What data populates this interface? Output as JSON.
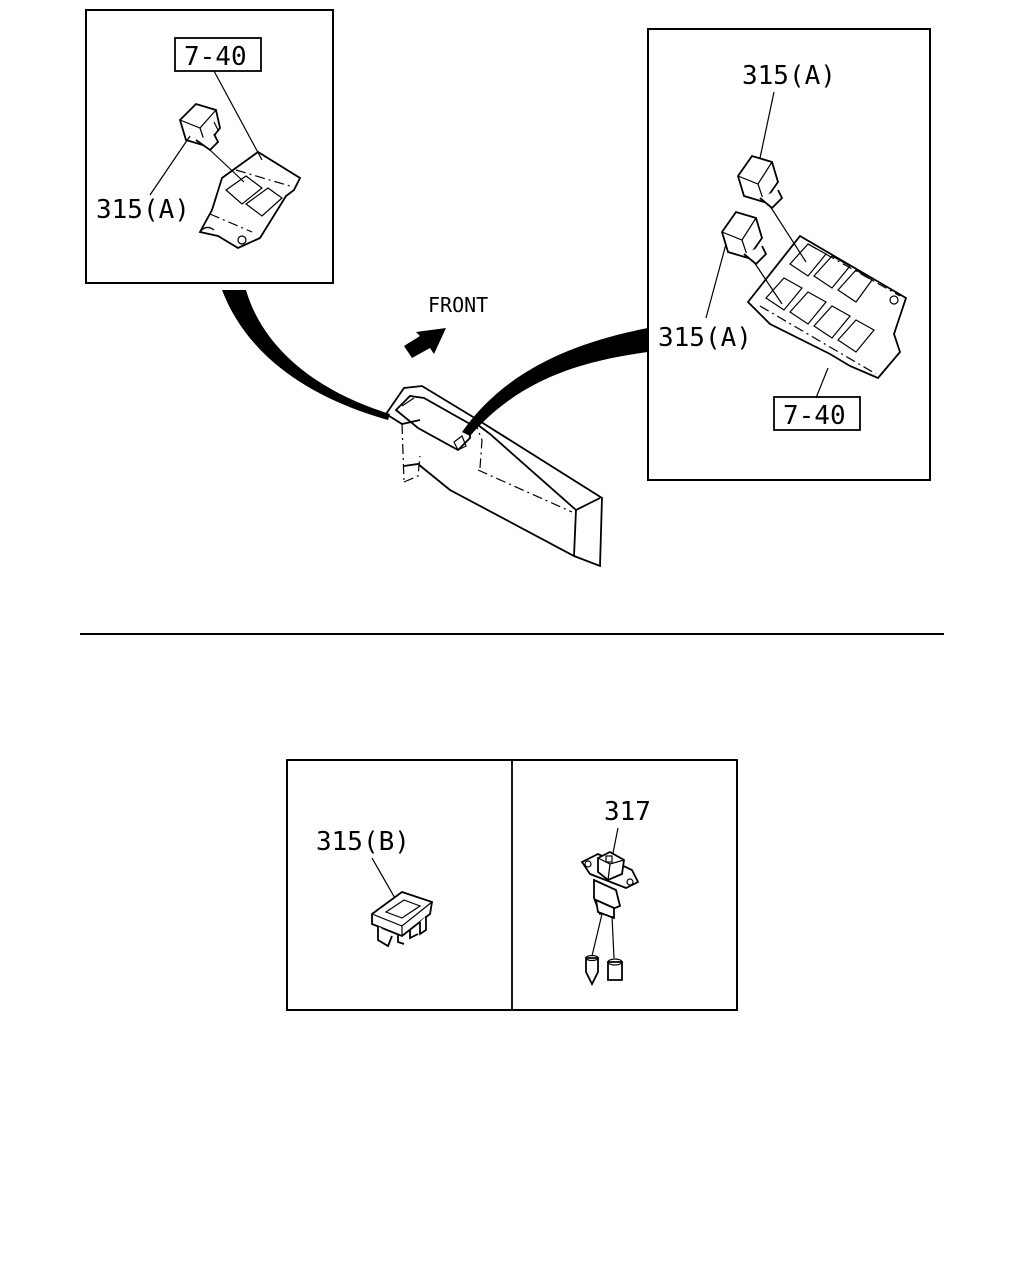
{
  "labels": {
    "inset_left_ref": "7-40",
    "inset_left_part": "315(A)",
    "direction": "FRONT",
    "inset_right_part_top": "315(A)",
    "inset_right_part_bottom": "315(A)",
    "inset_right_ref": "7-40",
    "lower_left_part": "315(B)",
    "lower_right_part": "317"
  },
  "colors": {
    "line": "#000000",
    "background": "#ffffff"
  }
}
